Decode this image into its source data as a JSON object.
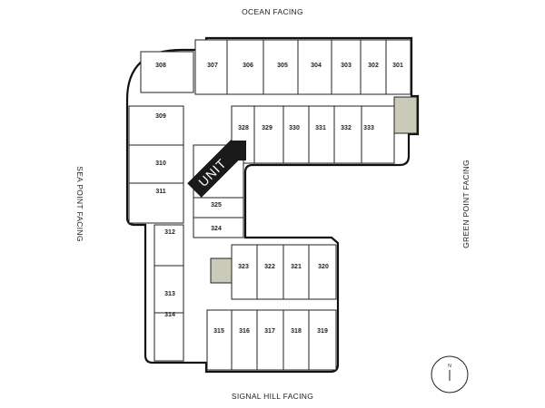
{
  "facings": {
    "top": "OCEAN FACING",
    "left": "SEA POINT FACING",
    "right": "GREEN POINT FACING",
    "bottom": "SIGNAL HILL FACING"
  },
  "highlight_label": "UNIT",
  "compass_label": "N",
  "units": {
    "u301": "301",
    "u302": "302",
    "u303": "303",
    "u304": "304",
    "u305": "305",
    "u306": "306",
    "u307": "307",
    "u308": "308",
    "u309": "309",
    "u310": "310",
    "u311": "311",
    "u312": "312",
    "u313": "313",
    "u314": "314",
    "u315": "315",
    "u316": "316",
    "u317": "317",
    "u318": "318",
    "u319": "319",
    "u320": "320",
    "u321": "321",
    "u322": "322",
    "u323": "323",
    "u324": "324",
    "u325": "325",
    "u328": "328",
    "u329": "329",
    "u330": "330",
    "u331": "331",
    "u332": "332",
    "u333": "333"
  },
  "colors": {
    "stair": "#c9cbb8",
    "highlight": "#1a1a1a"
  }
}
